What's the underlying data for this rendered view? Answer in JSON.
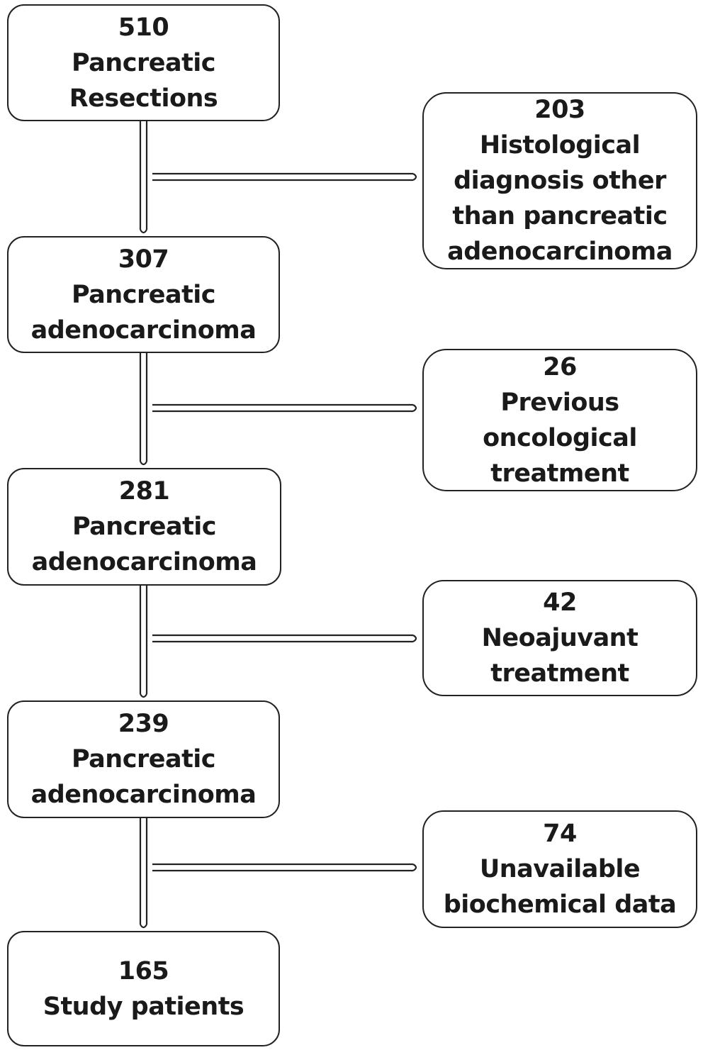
{
  "flow": {
    "main_boxes": [
      {
        "count": "510",
        "lines": [
          "Pancreatic",
          "Resections"
        ]
      },
      {
        "count": "307",
        "lines": [
          "Pancreatic",
          "adenocarcinoma"
        ]
      },
      {
        "count": "281",
        "lines": [
          "Pancreatic",
          "adenocarcinoma"
        ]
      },
      {
        "count": "239",
        "lines": [
          "Pancreatic",
          "adenocarcinoma"
        ]
      },
      {
        "count": "165",
        "lines": [
          "Study patients"
        ]
      }
    ],
    "exclusions": [
      {
        "count": "203",
        "lines": [
          "Histological",
          "diagnosis other",
          "than pancreatic",
          "adenocarcinoma"
        ]
      },
      {
        "count": "26",
        "lines": [
          "Previous",
          "oncological",
          "treatment"
        ]
      },
      {
        "count": "42",
        "lines": [
          "Neoajuvant",
          "treatment"
        ]
      },
      {
        "count": "74",
        "lines": [
          "Unavailable",
          "biochemical data"
        ]
      }
    ]
  }
}
